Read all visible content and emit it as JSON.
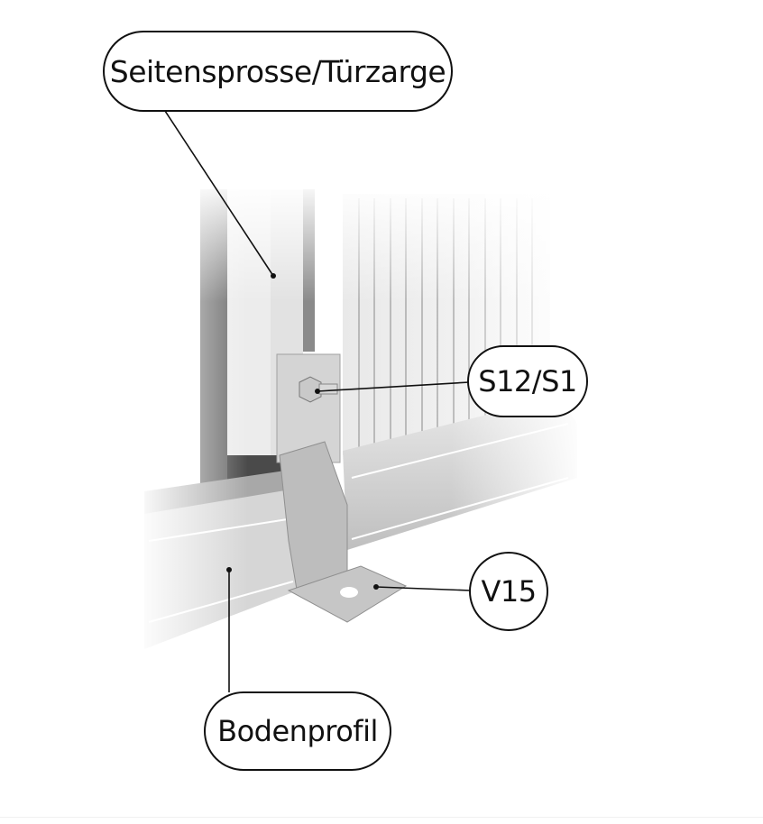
{
  "diagram": {
    "labels": {
      "side_post": "Seitensprosse/Türzarge",
      "screw": "S12/S1",
      "bracket": "V15",
      "floor_profile": "Bodenprofil"
    },
    "colors": {
      "outline": "#111111",
      "background": "#ffffff",
      "metal_light": "#e4e4e4",
      "metal_mid": "#bdbdbd",
      "metal_dark": "#555555"
    }
  }
}
